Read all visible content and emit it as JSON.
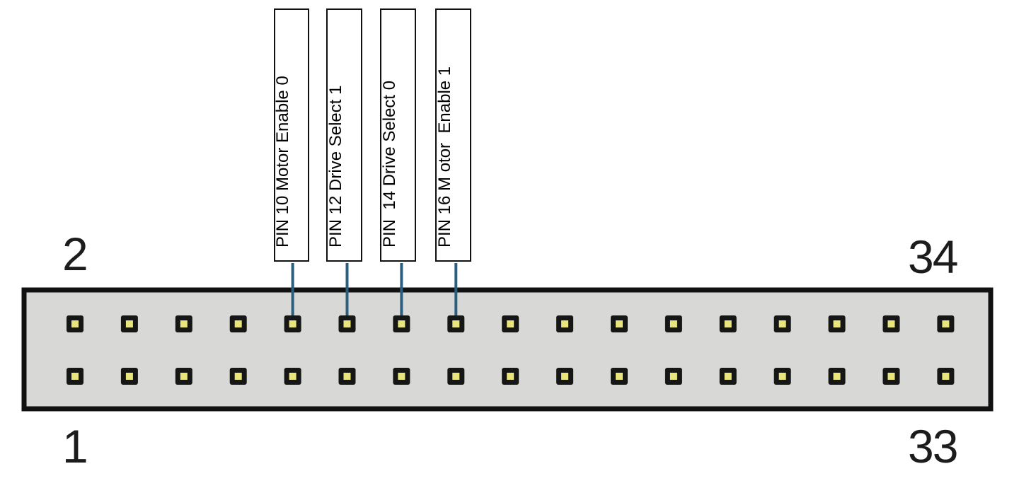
{
  "corner_labels": {
    "top_left": "2",
    "top_right": "34",
    "bottom_left": "1",
    "bottom_right": "33"
  },
  "connector": {
    "pins_per_row": 17,
    "rows": 2,
    "body_color": "#d8d8d6",
    "border_color": "#111111",
    "pin_outer_color": "#161616",
    "pin_inner_color": "#e8e67a",
    "leader_color": "#2c5f7f"
  },
  "callouts": [
    {
      "pin": 10,
      "text": "PIN 10 Motor Enable 0"
    },
    {
      "pin": 12,
      "text": "PIN 12 Drive Select 1"
    },
    {
      "pin": 14,
      "text": "PIN  14 Drive Select 0"
    },
    {
      "pin": 16,
      "text": "PIN 16 M otor  Enable 1"
    }
  ]
}
